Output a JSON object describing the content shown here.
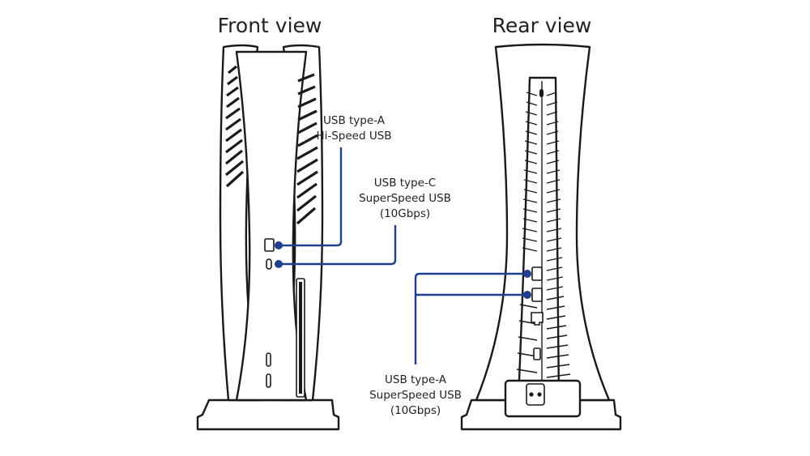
{
  "front_view": {
    "title": "Front view",
    "callouts": [
      {
        "lines": [
          "USB type-A",
          "Hi-Speed USB"
        ]
      },
      {
        "lines": [
          "USB type-C",
          "SuperSpeed USB",
          "(10Gbps)"
        ]
      }
    ]
  },
  "rear_view": {
    "title": "Rear view",
    "callouts": [
      {
        "lines": [
          "USB type-A",
          "SuperSpeed USB",
          "(10Gbps)"
        ]
      }
    ]
  },
  "colors": {
    "leader": "#1f3f8f",
    "outline": "#1a1a1a"
  }
}
